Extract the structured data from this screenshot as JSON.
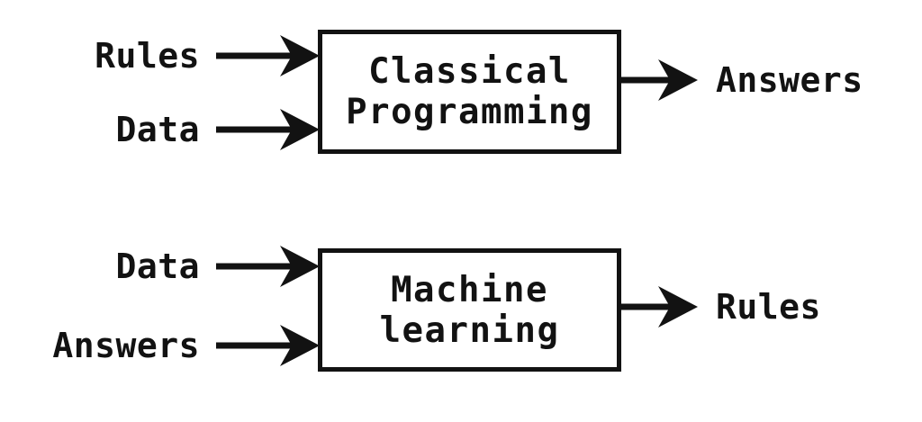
{
  "palette": {
    "background": "#ffffff",
    "ink": "#121212"
  },
  "diagrams": [
    {
      "id": "classical-programming",
      "inputs": [
        "Rules",
        "Data"
      ],
      "box_lines": [
        "Classical",
        "Programming"
      ],
      "output": "Answers"
    },
    {
      "id": "machine-learning",
      "inputs": [
        "Data",
        "Answers"
      ],
      "box_lines": [
        "Machine",
        "learning"
      ],
      "output": "Rules"
    }
  ]
}
